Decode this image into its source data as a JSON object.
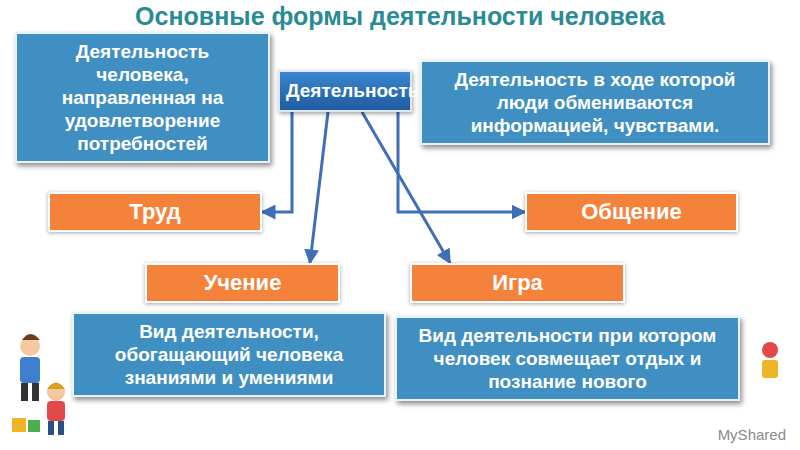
{
  "diagram": {
    "title": "Основные формы деятельности человека",
    "nodes": [
      {
        "text": [
          "Деятельность"
        ]
      },
      {
        "text": [
          "Деятельность человека, направленная на удовлетворение потребностей"
        ]
      },
      {
        "text": [
          "Деятельность в ходе которой люди обмениваются информацией, чувствами."
        ]
      },
      {
        "text": [
          "Труд"
        ]
      },
      {
        "text": [
          "Общение"
        ]
      },
      {
        "text": [
          "Учение"
        ]
      },
      {
        "text": [
          "Игра"
        ]
      },
      {
        "text": [
          "Вид деятельности, обогащающий человека знаниями и умениями"
        ]
      },
      {
        "text": [
          "Вид деятельности при котором человек совмещает отдых и познание нового"
        ]
      }
    ],
    "edges": [
      {
        "from": 0,
        "to": 3,
        "arrow": "to"
      },
      {
        "from": 0,
        "to": 5,
        "arrow": "to"
      },
      {
        "from": 0,
        "to": 6,
        "arrow": "to"
      },
      {
        "from": 0,
        "to": 4,
        "arrow": "to"
      }
    ],
    "labels": [
      "MyShared"
    ]
  }
}
